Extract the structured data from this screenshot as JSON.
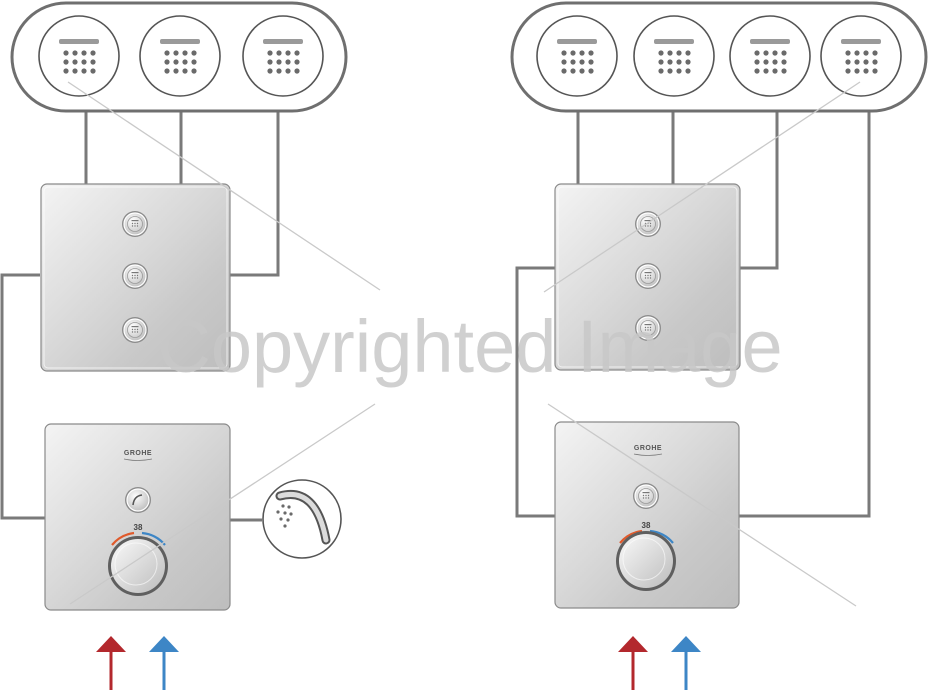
{
  "brand_label": "GROHE",
  "temperature_label": "38",
  "watermark": "Copyrighted Image",
  "colors": {
    "hot": "#b3282d",
    "cold": "#3d86c6",
    "pipe": "#7a7a7a",
    "chrome": "#dcdcdc"
  },
  "icons": [
    "shower-head-nozzle-icon",
    "diverter-button-icon",
    "hand-shower-icon",
    "hot-water-arrow-icon",
    "cold-water-arrow-icon"
  ],
  "systems": [
    {
      "name": "three-outlet-system",
      "shower_heads": 3,
      "diverter_buttons": 3,
      "hand_shower": true
    },
    {
      "name": "four-outlet-system",
      "shower_heads": 4,
      "diverter_buttons": 3,
      "hand_shower": false
    }
  ]
}
